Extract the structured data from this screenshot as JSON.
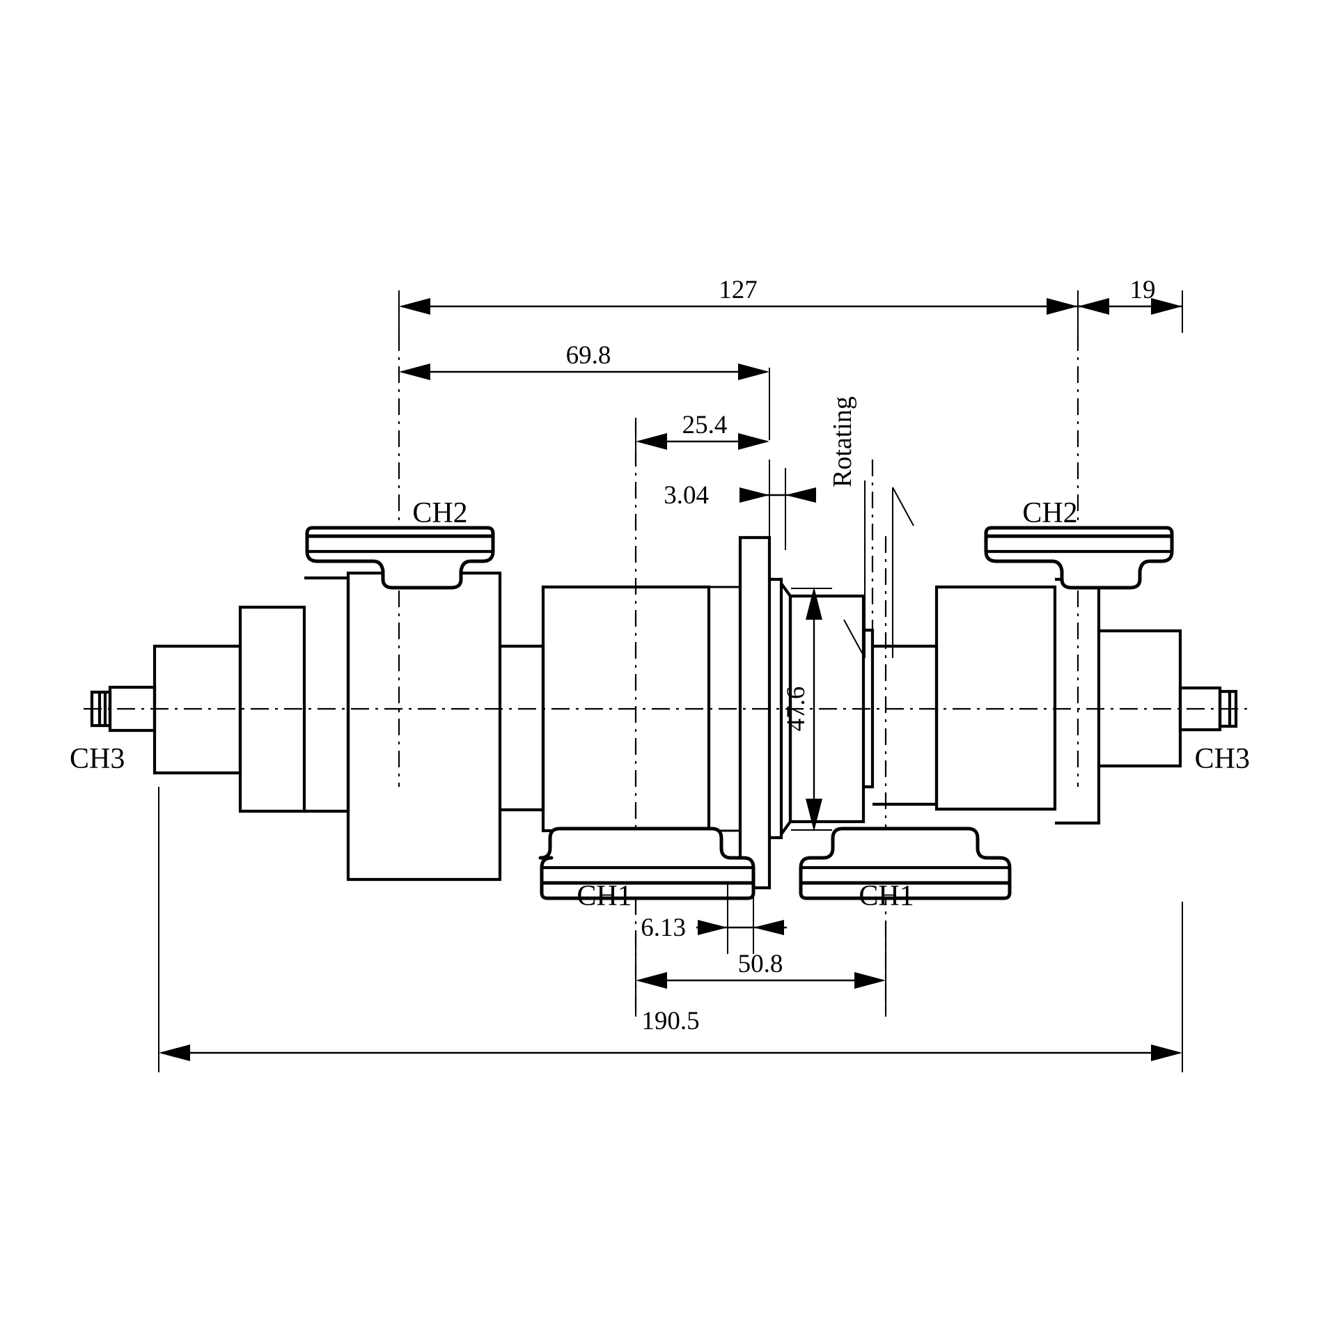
{
  "drawing": {
    "title": "Rotor shaft assembly dimensioned side view",
    "units": "mm",
    "line_color": "#000000",
    "background_color": "#ffffff"
  },
  "dimensions": {
    "overall_top": "127",
    "right_end": "19",
    "left_to_disc": "69.8",
    "inner_to_disc": "25.4",
    "disc_thickness": "3.04",
    "hub_diameter": "47.6",
    "hub_offset": "6.13",
    "bearing_span": "50.8",
    "overall_length": "190.5"
  },
  "labels": {
    "ch3_left": "CH3",
    "ch3_right": "CH3",
    "ch2_left": "CH2",
    "ch2_right": "CH2",
    "ch1_left": "CH1",
    "ch1_right": "CH1",
    "rotating": "Rotating"
  }
}
